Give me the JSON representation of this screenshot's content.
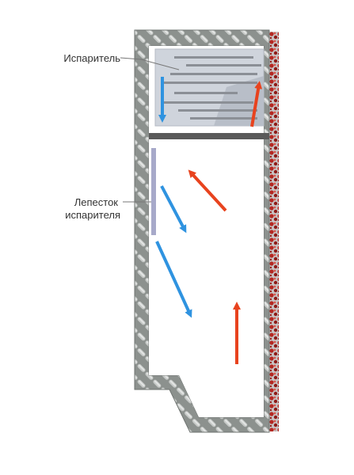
{
  "labels": {
    "evaporator": "Испаритель",
    "evaporator_fin_line1": "Лепесток",
    "evaporator_fin_line2": "испарителя"
  },
  "colors": {
    "cold_air_arrow": "#2f93e0",
    "warm_air_arrow": "#e8431e",
    "insulation_wall": "#8a8f8c",
    "insulation_pattern": "#c9cccb",
    "condenser": "#b22a25",
    "evaporator_plate": "#cfd4dc",
    "evaporator_fin": "#a7a9c9",
    "shelf_divider": "#5a5a5a"
  }
}
